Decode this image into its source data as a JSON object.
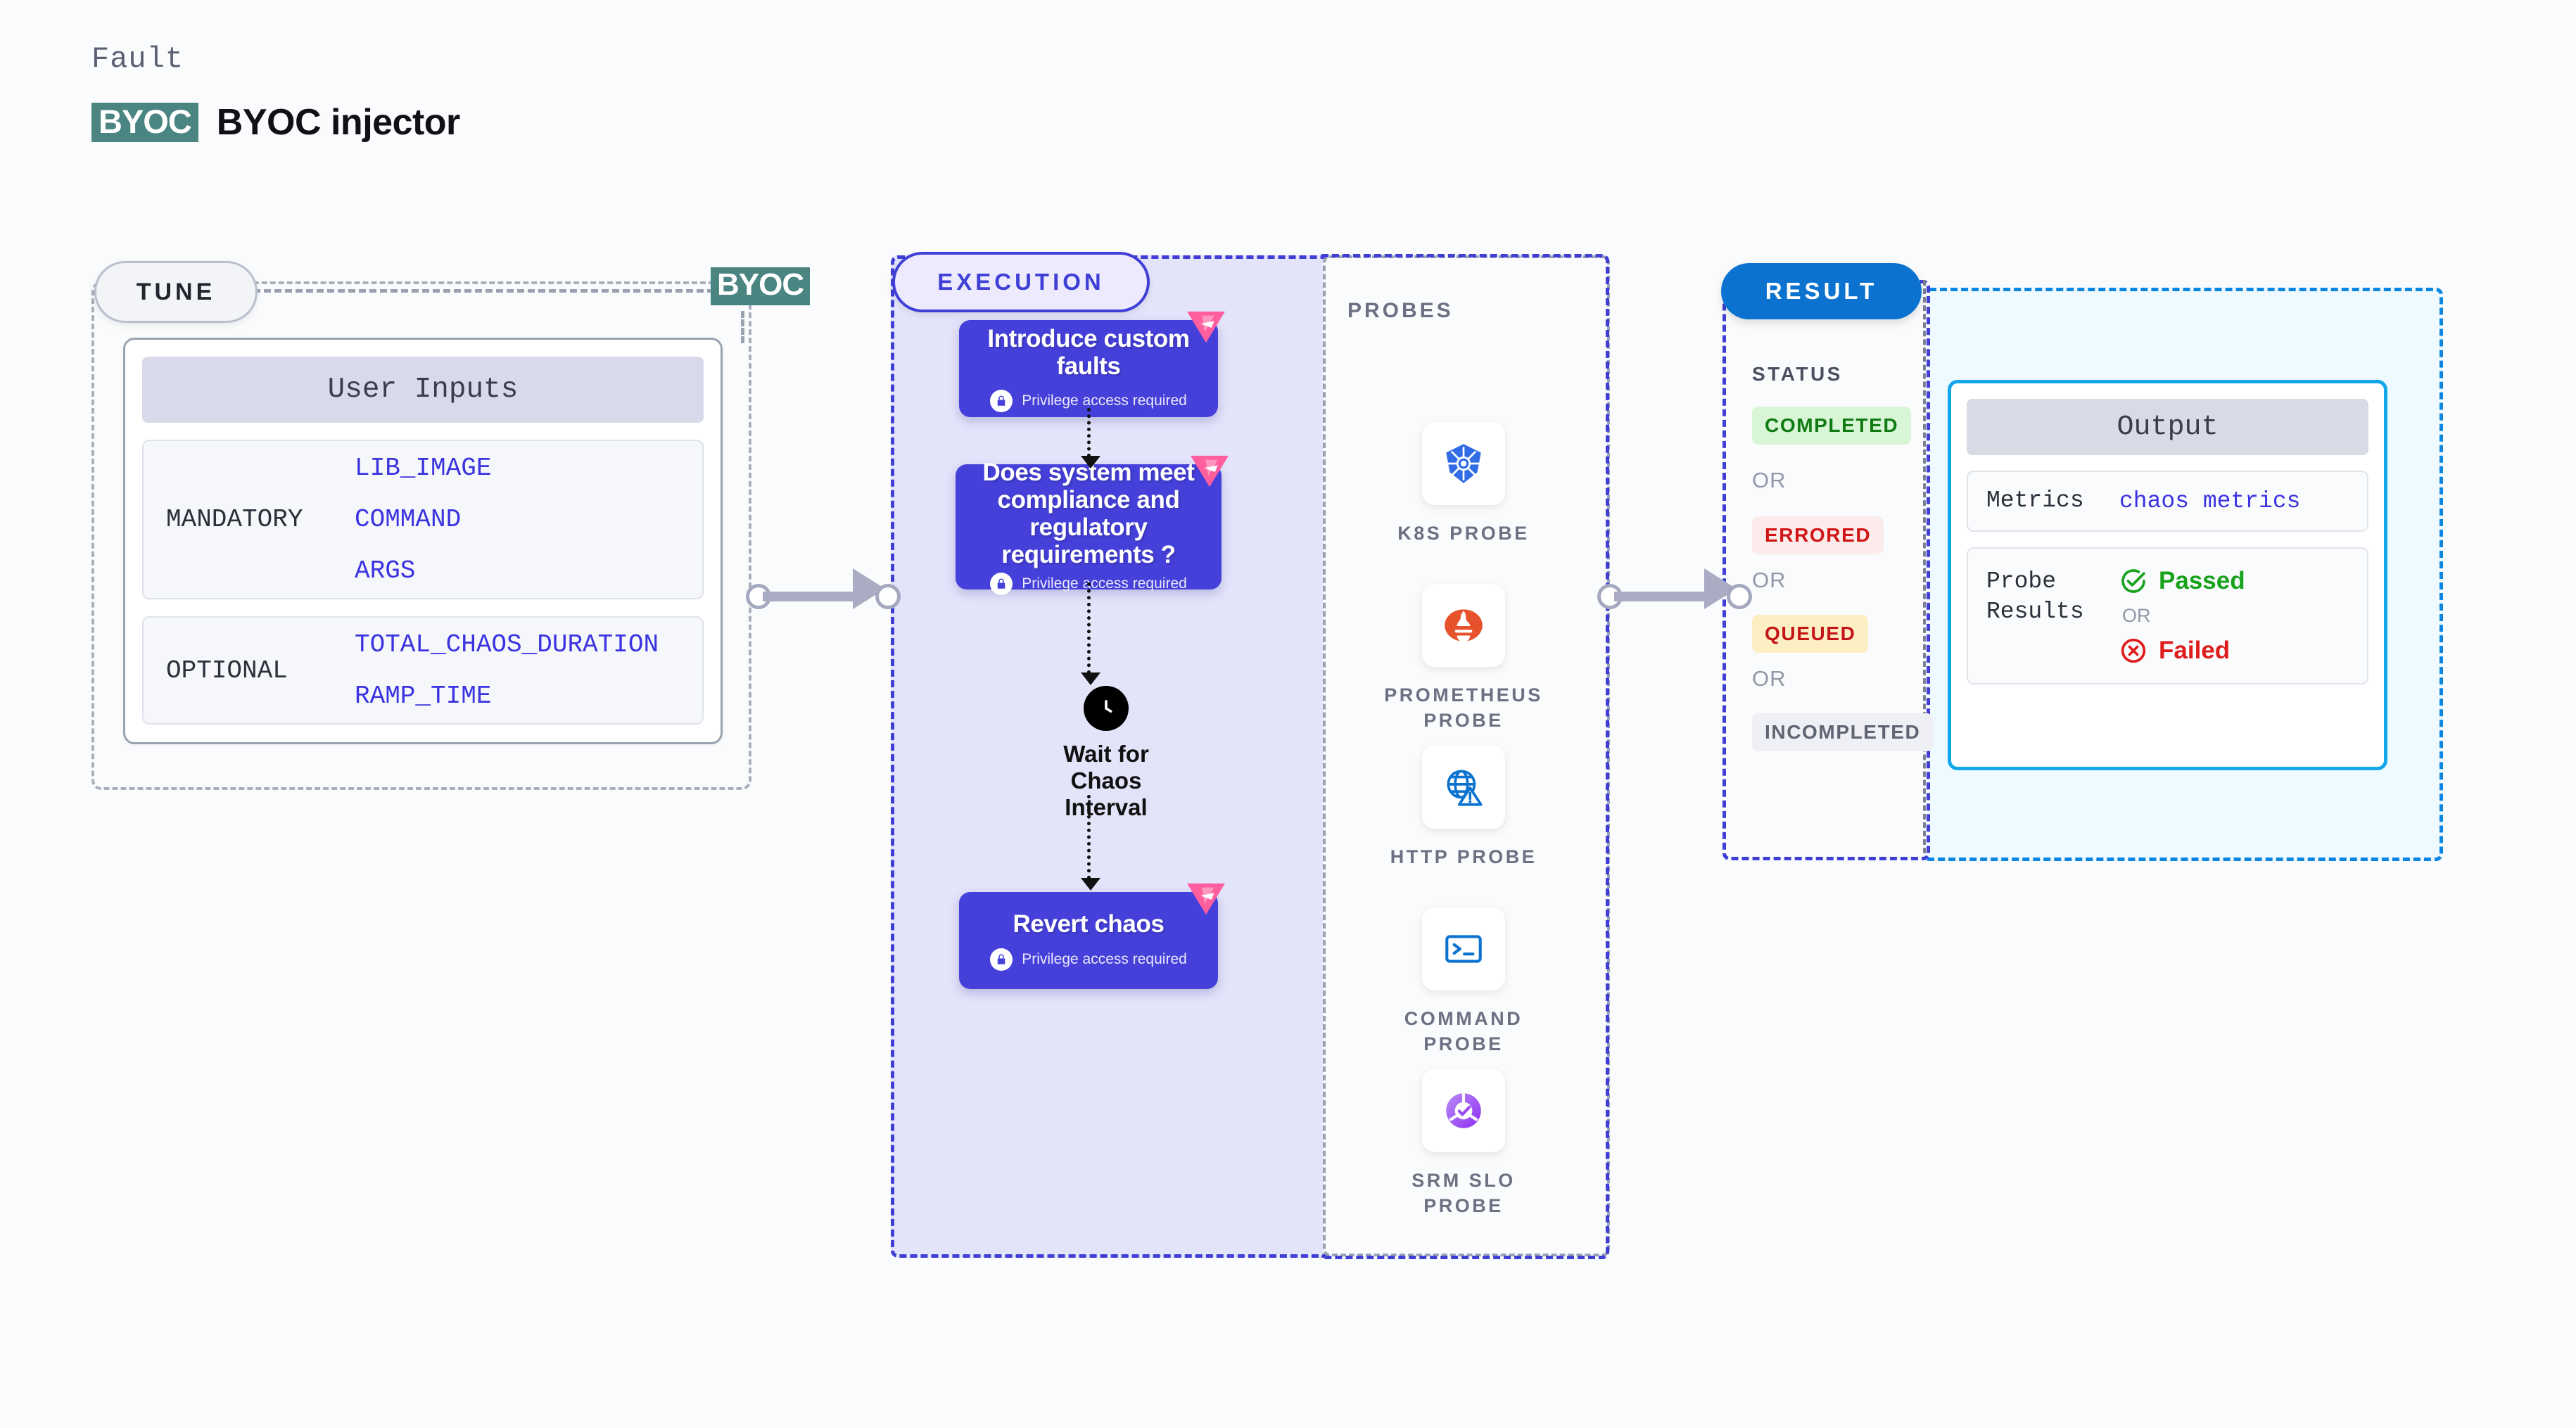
{
  "header": {
    "kicker": "Fault",
    "logo_text": "BYOC",
    "title": "BYOC injector",
    "logo_color": "#4a8582"
  },
  "tune": {
    "pill_label": "TUNE",
    "badge_text": "BYOC",
    "card_header": "User Inputs",
    "groups": [
      {
        "label": "MANDATORY",
        "values": [
          "LIB_IMAGE",
          "COMMAND",
          "ARGS"
        ]
      },
      {
        "label": "OPTIONAL",
        "values": [
          "TOTAL_CHAOS_DURATION",
          "RAMP_TIME"
        ]
      }
    ],
    "value_color": "#3a33e0"
  },
  "execution": {
    "pill_label": "EXECUTION",
    "accent_color": "#3f3fd6",
    "box_color": "#4540da",
    "steps": [
      {
        "title": "Introduce custom faults",
        "note": "Privilege access required",
        "icon": "lock-icon",
        "brand_icon": "harness-logo-icon"
      },
      {
        "title": "Does system meet compliance and regulatory requirements ?",
        "note": "Privilege access required",
        "icon": "lock-icon",
        "brand_icon": "harness-logo-icon"
      },
      {
        "title": "Revert chaos",
        "note": "Privilege access required",
        "icon": "lock-icon",
        "brand_icon": "harness-logo-icon"
      }
    ],
    "wait_node": {
      "icon": "clock-icon",
      "label": "Wait for Chaos Interval"
    }
  },
  "probes": {
    "title": "PROBES",
    "items": [
      {
        "label": "K8S PROBE",
        "icon": "kubernetes-icon",
        "color": "#326ce5"
      },
      {
        "label": "PROMETHEUS PROBE",
        "icon": "prometheus-icon",
        "color": "#e6522c"
      },
      {
        "label": "HTTP PROBE",
        "icon": "globe-warning-icon",
        "color": "#0b73cf"
      },
      {
        "label": "COMMAND PROBE",
        "icon": "terminal-icon",
        "color": "#0b73cf"
      },
      {
        "label": "SRM SLO PROBE",
        "icon": "srm-slo-icon",
        "color": "#9a4ff0"
      }
    ]
  },
  "result": {
    "pill_label": "RESULT",
    "pill_color": "#0b73cf",
    "status_title": "STATUS",
    "or_label": "OR",
    "statuses": [
      {
        "label": "COMPLETED",
        "text_color": "#0f7b12",
        "bg_color": "#d8f5d6"
      },
      {
        "label": "ERRORED",
        "text_color": "#d11414",
        "bg_color": "#fcebeb"
      },
      {
        "label": "QUEUED",
        "text_color": "#c41616",
        "bg_color": "#fdeec3"
      },
      {
        "label": "INCOMPLETED",
        "text_color": "#5f6472",
        "bg_color": "#eff0f5"
      }
    ]
  },
  "output": {
    "header": "Output",
    "metrics_key": "Metrics",
    "metrics_value": "chaos metrics",
    "probe_results_key": "Probe Results",
    "passed_label": "Passed",
    "failed_label": "Failed",
    "or_label": "OR",
    "pass_color": "#17a21c",
    "fail_color": "#e01b1b",
    "border_color": "#11a7e8"
  }
}
